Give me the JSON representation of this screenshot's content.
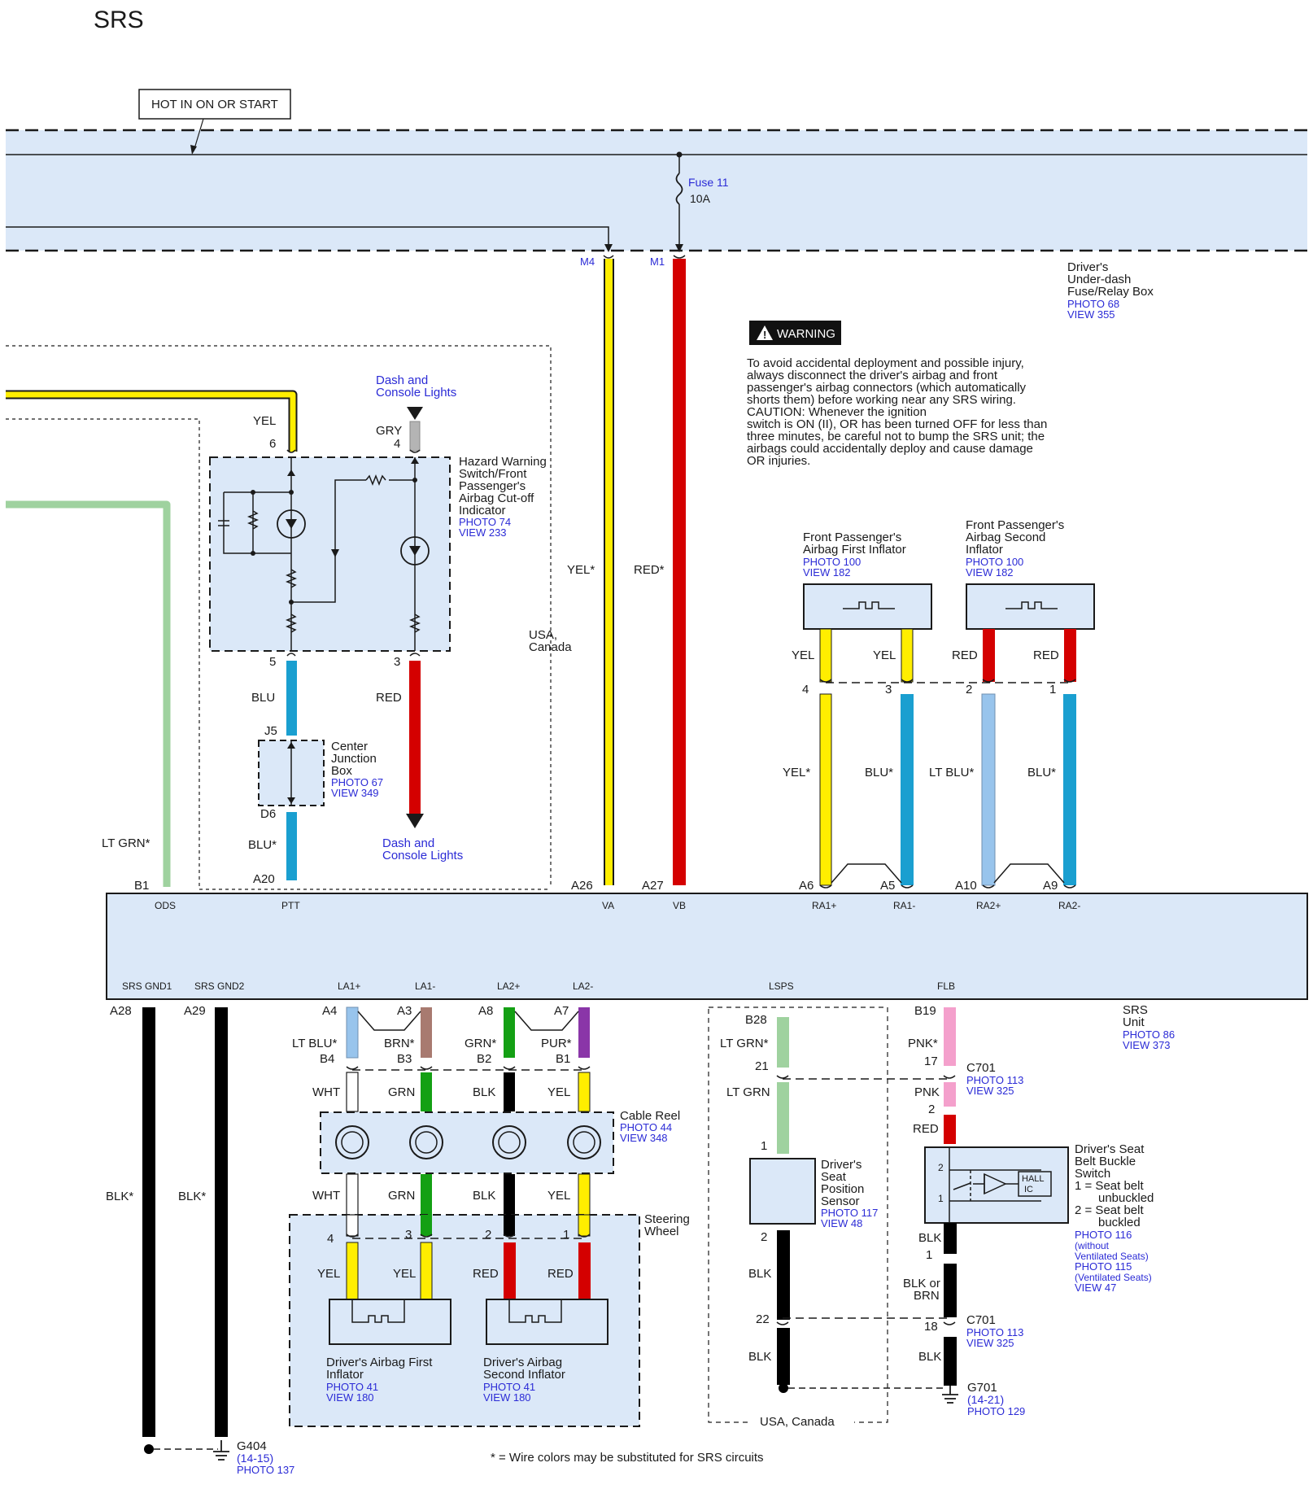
{
  "title": "SRS",
  "colors": {
    "panel": "#dbe8f8",
    "yel": "#ffee00",
    "red": "#d40000",
    "blu": "#1a9fd0",
    "ltblu": "#98c4ec",
    "ltgrn": "#9fd29f",
    "grn": "#14a014",
    "gry": "#b4b4b4",
    "brn": "#a87a70",
    "pur": "#8a36a8",
    "pnk": "#f4a0cc",
    "blk": "#000000",
    "wht": "#ffffff",
    "link": "#2b2bd6"
  },
  "power": {
    "hot_label": "HOT IN ON OR START",
    "fuse_name": "Fuse 11",
    "fuse_rating": "10A"
  },
  "fuse_box": {
    "name": [
      "Driver's",
      "Under-dash",
      "Fuse/Relay Box"
    ],
    "photo": "PHOTO 68",
    "view": "VIEW 355",
    "pin_m4": "M4",
    "pin_m1": "M1"
  },
  "warning": {
    "label": "WARNING",
    "lines": [
      "To avoid accidental deployment and possible injury,",
      "always disconnect the driver's airbag and front",
      "passenger's airbag connectors (which automatically",
      "shorts them) before working near any SRS wiring.",
      "CAUTION: Whenever the ignition",
      "switch is ON (II), OR has been turned OFF for less than",
      "three minutes, be careful not to bump the SRS unit; the",
      "airbags could accidentally deploy and cause damage",
      "OR injuries."
    ]
  },
  "hazard_switch": {
    "name": [
      "Hazard Warning",
      "Switch/Front",
      "Passenger's",
      "Airbag Cut-off",
      "Indicator"
    ],
    "photo": "PHOTO 74",
    "view": "VIEW 233",
    "dash_lights_top": [
      "Dash and",
      "Console Lights"
    ],
    "dash_lights_bottom": [
      "Dash and",
      "Console Lights"
    ],
    "wire_yel": "YEL",
    "pin_6": "6",
    "wire_gry": "GRY",
    "pin_4": "4",
    "pin_5": "5",
    "pin_3": "3",
    "wire_blu": "BLU",
    "wire_red": "RED",
    "pin_j5": "J5",
    "pin_d6": "D6",
    "wire_blu_star": "BLU*",
    "pin_a20": "A20"
  },
  "center_junction": {
    "name": [
      "Center",
      "Junction",
      "Box"
    ],
    "photo": "PHOTO 67",
    "view": "VIEW 349"
  },
  "usa_canada_1": [
    "USA,",
    "Canada"
  ],
  "wire_ltgrn_star": "LT GRN*",
  "pin_b1": "B1",
  "feed_wires": {
    "yel_star": "YEL*",
    "red_star": "RED*",
    "pin_a26": "A26",
    "pin_a27": "A27"
  },
  "passenger_first": {
    "name": [
      "Front Passenger's",
      "Airbag First Inflator"
    ],
    "photo": "PHOTO 100",
    "view": "VIEW 182"
  },
  "passenger_second": {
    "name": [
      "Front Passenger's",
      "Airbag Second",
      "Inflator"
    ],
    "photo": "PHOTO 100",
    "view": "VIEW 182"
  },
  "passenger_wires": {
    "yel_a": "YEL",
    "yel_b": "YEL",
    "red_a": "RED",
    "red_b": "RED",
    "pin_4": "4",
    "pin_3": "3",
    "pin_2": "2",
    "pin_1": "1",
    "yel_star": "YEL*",
    "blu_star_a": "BLU*",
    "ltblu_star": "LT BLU*",
    "blu_star_b": "BLU*",
    "pin_a6": "A6",
    "pin_a5": "A5",
    "pin_a10": "A10",
    "pin_a9": "A9"
  },
  "srs_unit": {
    "name": [
      "SRS",
      "Unit"
    ],
    "photo": "PHOTO 86",
    "view": "VIEW 373",
    "top_terms": [
      "ODS",
      "PTT",
      "VA",
      "VB",
      "RA1+",
      "RA1-",
      "RA2+",
      "RA2-"
    ],
    "bottom_terms": [
      "SRS GND1",
      "SRS GND2",
      "LA1+",
      "LA1-",
      "LA2+",
      "LA2-",
      "LSPS",
      "FLB"
    ]
  },
  "ground_wires": {
    "pin_a28": "A28",
    "pin_a29": "A29",
    "blk_star_a": "BLK*",
    "blk_star_b": "BLK*",
    "ground": "G404",
    "ground_ref": "(14-15)",
    "photo": "PHOTO 137"
  },
  "steering_wires": {
    "pin_a4": "A4",
    "pin_a3": "A3",
    "pin_a8": "A8",
    "pin_a7": "A7",
    "ltblu_star": "LT BLU*",
    "brn_star": "BRN*",
    "grn_star": "GRN*",
    "pur_star": "PUR*",
    "pin_b4": "B4",
    "pin_b3": "B3",
    "pin_b2": "B2",
    "pin_b1": "B1",
    "wht_a": "WHT",
    "grn_a": "GRN",
    "blk_a": "BLK",
    "yel_a": "YEL",
    "wht_b": "WHT",
    "grn_b": "GRN",
    "blk_b": "BLK",
    "yel_b": "YEL",
    "pin_4": "4",
    "pin_3": "3",
    "pin_2": "2",
    "pin_1": "1",
    "yel_c": "YEL",
    "yel_d": "YEL",
    "red_c": "RED",
    "red_d": "RED"
  },
  "cable_reel": {
    "name": "Cable Reel",
    "photo": "PHOTO 44",
    "view": "VIEW 348"
  },
  "steering_wheel": {
    "name": [
      "Steering",
      "Wheel"
    ]
  },
  "driver_first": {
    "name": [
      "Driver's Airbag First",
      "Inflator"
    ],
    "photo": "PHOTO 41",
    "view": "VIEW 180"
  },
  "driver_second": {
    "name": [
      "Driver's Airbag",
      "Second Inflator"
    ],
    "photo": "PHOTO 41",
    "view": "VIEW 180"
  },
  "seat_sensor_wires": {
    "pin_b28": "B28",
    "ltgrn_star": "LT GRN*",
    "pin_21": "21",
    "ltgrn": "LT GRN",
    "pin_1": "1",
    "pin_2": "2",
    "blk_a": "BLK",
    "pin_22": "22",
    "blk_b": "BLK"
  },
  "seat_sensor": {
    "name": [
      "Driver's",
      "Seat",
      "Position",
      "Sensor"
    ],
    "photo": "PHOTO 117",
    "view": "VIEW 48"
  },
  "usa_canada_2": "USA, Canada",
  "buckle_wires": {
    "pin_b19": "B19",
    "pnk_star": "PNK*",
    "pin_17": "17",
    "pnk": "PNK",
    "pin_2": "2",
    "red": "RED",
    "blk_a": "BLK",
    "pin_1": "1",
    "blk_or_brn": [
      "BLK or",
      "BRN"
    ],
    "pin_18": "18",
    "blk_b": "BLK"
  },
  "c701_a": {
    "name": "C701",
    "photo": "PHOTO 113",
    "view": "VIEW 325"
  },
  "c701_b": {
    "name": "C701",
    "photo": "PHOTO 113",
    "view": "VIEW 325"
  },
  "buckle_switch": {
    "name": [
      "Driver's Seat",
      "Belt Buckle",
      "Switch"
    ],
    "states": [
      "1 = Seat belt",
      "unbuckled",
      "2 = Seat belt",
      "buckled"
    ],
    "photo_a": "PHOTO 116",
    "note_a": [
      "(without",
      "Ventilated Seats)"
    ],
    "photo_b": "PHOTO 115",
    "note_b": "(Ventilated Seats)",
    "view": "VIEW 47",
    "hall_lines": [
      "HALL",
      "IC"
    ],
    "pin_2": "2",
    "pin_1": "1"
  },
  "g701": {
    "name": "G701",
    "ref": "(14-21)",
    "photo": "PHOTO 129"
  },
  "footnote": "* = Wire colors may be substituted for SRS circuits"
}
